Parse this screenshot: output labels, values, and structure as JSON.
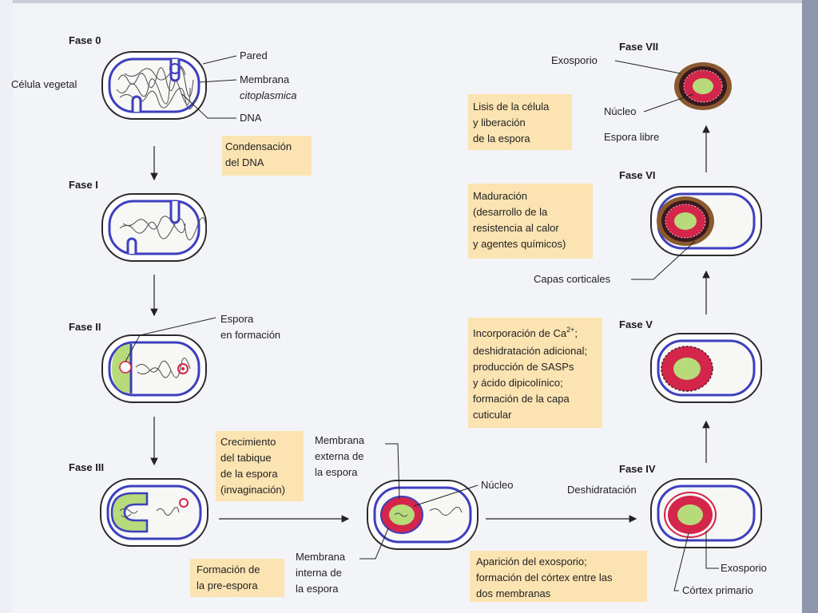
{
  "colors": {
    "membrane": "#3d3fbf",
    "highlight": "#fbe3b2",
    "spore_green": "#b7db7a",
    "cortex_red": "#d4254a",
    "coat_brown": "#8a5a2f",
    "background": "#f3f4f8"
  },
  "phases": {
    "f0": "Fase 0",
    "f1": "Fase I",
    "f2": "Fase II",
    "f3": "Fase III",
    "f4": "Fase IV",
    "f5": "Fase V",
    "f6": "Fase VI",
    "f7": "Fase VII"
  },
  "labels": {
    "celula_vegetal": "Célula vegetal",
    "pared": "Pared",
    "membrana": "Membrana",
    "citoplasmica": "citoplasmica",
    "dna": "DNA",
    "espora_formacion_1": "Espora",
    "espora_formacion_2": "en formación",
    "membrana_externa_1": "Membrana",
    "membrana_externa_2": "externa de",
    "membrana_externa_3": "la espora",
    "nucleo_mid": "Núcleo",
    "membrana_interna_1": "Membrana",
    "membrana_interna_2": "interna de",
    "membrana_interna_3": "la espora",
    "deshidratacion": "Deshidratación",
    "exosporio_iv": "Exosporio",
    "cortex_primario": "Córtex primario",
    "capas_corticales": "Capas corticales",
    "exosporio_vii": "Exosporio",
    "nucleo_vii": "Núcleo",
    "espora_libre": "Espora libre"
  },
  "notes": {
    "condensacion": [
      "Condensación",
      "del DNA"
    ],
    "crecimiento": [
      "Crecimiento",
      "del tabique",
      "de la espora",
      "(invaginación)"
    ],
    "preespora": [
      "Formación de",
      "la pre-espora"
    ],
    "exosporio": [
      "Aparición del exosporio;",
      "formación del córtex entre las",
      "dos membranas"
    ],
    "incorporacion_1": "Incorporación de Ca",
    "incorporacion_sup": "2+",
    "incorporacion_2": ";",
    "incorporacion_rest": [
      "deshidratación adicional;",
      "producción de SASPs",
      "y ácido dipicolínico;",
      "formación de la capa",
      "cuticular"
    ],
    "maduracion": [
      "Maduración",
      "(desarrollo de la",
      "resistencia al calor",
      "y agentes químicos)"
    ],
    "lisis": [
      "Lisis de la célula",
      "y liberación",
      "de la espora"
    ]
  }
}
